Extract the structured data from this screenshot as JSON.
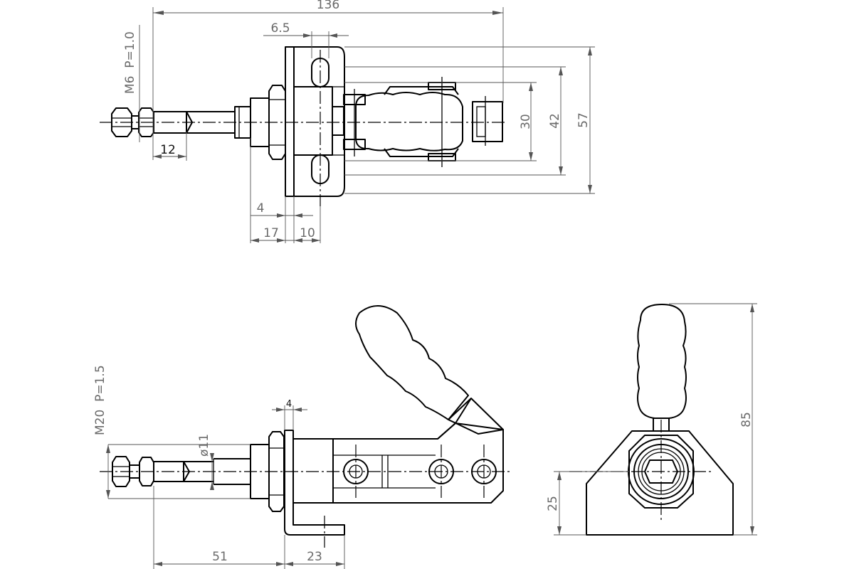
{
  "drawing": {
    "colors": {
      "line": "#000000",
      "dimension": "#555555",
      "text": "#6a6a6a"
    },
    "top_view": {
      "dims": {
        "overall_length": "136",
        "slot_width": "6.5",
        "thread_spec": "M6  P=1.0",
        "thread_length": "12",
        "dim_4": "4",
        "dim_17": "17",
        "dim_10": "10",
        "height_30": "30",
        "height_42": "42",
        "height_57": "57"
      }
    },
    "side_view": {
      "dims": {
        "thread_spec": "M20  P=1.5",
        "rod_diameter": "ø11",
        "plate_thickness": "4",
        "dim_51": "51",
        "dim_23": "23"
      }
    },
    "end_view": {
      "dims": {
        "overall_height": "85",
        "axis_height": "25"
      }
    }
  }
}
